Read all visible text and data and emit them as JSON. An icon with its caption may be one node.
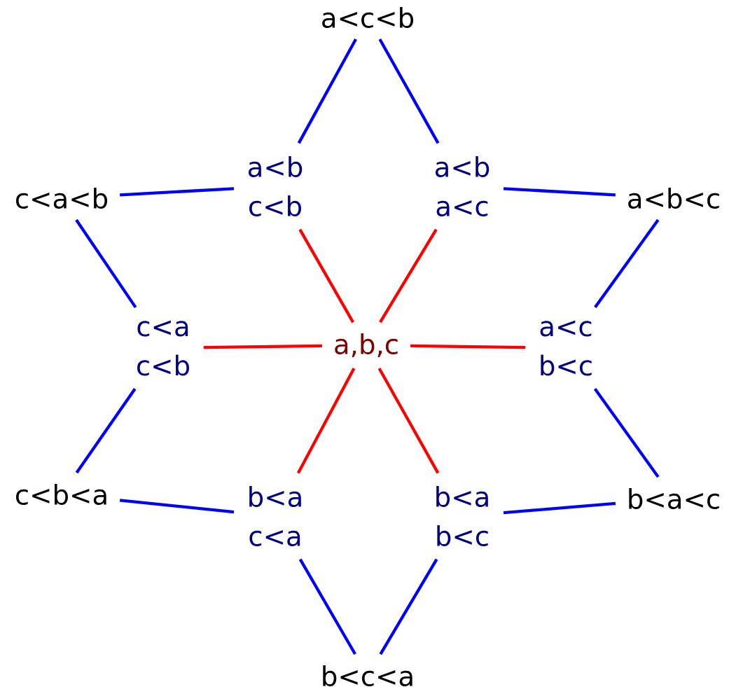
{
  "diagram": {
    "nodes": [
      {
        "text": [
          "a<c<b"
        ]
      },
      {
        "text": [
          "c<a<b"
        ]
      },
      {
        "text": [
          "a<b",
          "c<b"
        ]
      },
      {
        "text": [
          "a<b",
          "a<c"
        ]
      },
      {
        "text": [
          "a<b<c"
        ]
      },
      {
        "text": [
          "c<a",
          "c<b"
        ]
      },
      {
        "text": [
          "a,b,c"
        ]
      },
      {
        "text": [
          "a<c",
          "b<c"
        ]
      },
      {
        "text": [
          "c<b<a"
        ]
      },
      {
        "text": [
          "b<a",
          "c<a"
        ]
      },
      {
        "text": [
          "b<a",
          "b<c"
        ]
      },
      {
        "text": [
          "b<a<c"
        ]
      },
      {
        "text": [
          "b<c<a"
        ]
      }
    ],
    "edges": [
      {
        "from": 0,
        "to": 2,
        "arrow": "none"
      },
      {
        "from": 0,
        "to": 3,
        "arrow": "none"
      },
      {
        "from": 1,
        "to": 2,
        "arrow": "none"
      },
      {
        "from": 3,
        "to": 4,
        "arrow": "none"
      },
      {
        "from": 1,
        "to": 5,
        "arrow": "none"
      },
      {
        "from": 4,
        "to": 7,
        "arrow": "none"
      },
      {
        "from": 6,
        "to": 2,
        "arrow": "none",
        "color": "#ff0000"
      },
      {
        "from": 6,
        "to": 3,
        "arrow": "none",
        "color": "#ff0000"
      },
      {
        "from": 6,
        "to": 5,
        "arrow": "none",
        "color": "#ff0000"
      },
      {
        "from": 6,
        "to": 7,
        "arrow": "none",
        "color": "#ff0000"
      },
      {
        "from": 6,
        "to": 9,
        "arrow": "none",
        "color": "#ff0000"
      },
      {
        "from": 6,
        "to": 10,
        "arrow": "none",
        "color": "#ff0000"
      },
      {
        "from": 5,
        "to": 8,
        "arrow": "none"
      },
      {
        "from": 7,
        "to": 11,
        "arrow": "none"
      },
      {
        "from": 8,
        "to": 9,
        "arrow": "none"
      },
      {
        "from": 10,
        "to": 11,
        "arrow": "none"
      },
      {
        "from": 9,
        "to": 12,
        "arrow": "none"
      },
      {
        "from": 10,
        "to": 12,
        "arrow": "none"
      }
    ]
  }
}
